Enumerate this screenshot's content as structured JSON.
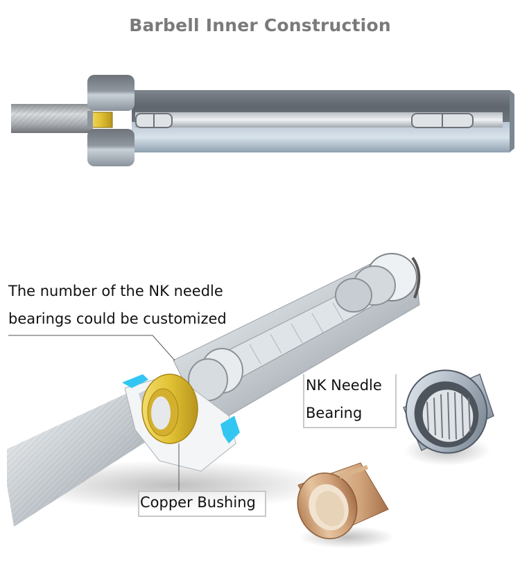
{
  "title": "Barbell Inner Construction",
  "callouts": {
    "customize_line1": "The number of the NK needle",
    "customize_line2": "bearings could be customized",
    "nk_line1": "NK Needle",
    "nk_line2": "Bearing",
    "copper": "Copper Bushing"
  },
  "colors": {
    "title": "#7a7a7a",
    "copper_bushing": "#c9a07a",
    "brass_insert": "#e5c63a",
    "arrow": "#33c6f2",
    "steel": "#9aa3ad"
  }
}
